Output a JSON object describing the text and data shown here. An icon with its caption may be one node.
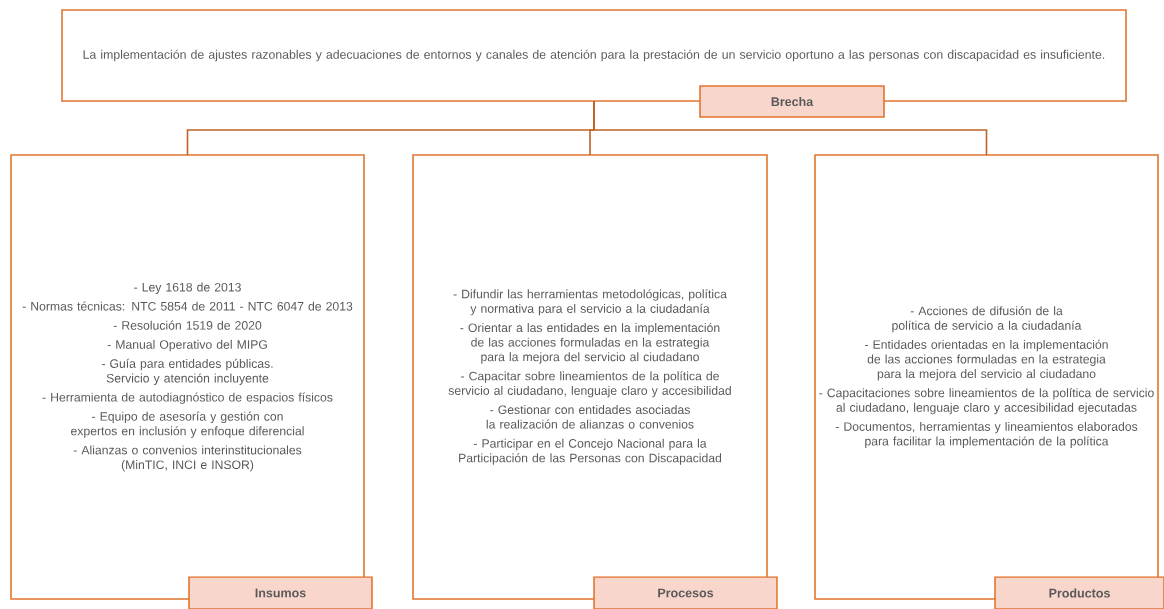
{
  "diagram": {
    "nodes": [
      {
        "text": [
          "La implementación de ajustes razonables y adecuaciones de entornos y canales de atención para la prestación de un servicio oportuno a las personas con discapacidad es insuficiente."
        ]
      },
      {
        "text": [
          "Brecha"
        ]
      },
      {
        "text": [
          "- Ley 1618 de 2013",
          "- Normas técnicas: NTC 5854 de 2011 - NTC 6047 de 2013",
          "- Resolución 1519 de 2020",
          "- Manual Operativo del MIPG",
          "- Guía para entidades públicas. Servicio y atención incluyente",
          "- Herramienta de autodiagnóstico de espacios físicos",
          "- Equipo de asesoría y gestión con expertos en inclusión y enfoque diferencial",
          "- Alianzas o convenios interinstitucionales (MinTIC, INCI e INSOR)"
        ]
      },
      {
        "text": [
          "Insumos"
        ]
      },
      {
        "text": [
          "- Difundir las herramientas metodológicas, política y normativa para el servicio a la ciudadanía",
          "- Orientar a las entidades en la implementación de las acciones formuladas en la estrategia para la mejora del servicio al ciudadano",
          "- Capacitar sobre lineamientos de la política de servicio al ciudadano, lenguaje claro y accesibilidad",
          "- Gestionar con entidades asociadas la realización de alianzas o convenios",
          "- Participar en el Concejo Nacional para la Participación de las Personas con Discapacidad"
        ]
      },
      {
        "text": [
          "Procesos"
        ]
      },
      {
        "text": [
          "- Acciones de difusión de la política de servicio a la ciudadanía",
          "- Entidades orientadas en la implementación de las acciones formuladas en la estrategia para la mejora del servicio al ciudadano",
          "- Capacitaciones sobre lineamientos de la política de servicio al ciudadano, lenguaje claro y accesibilidad ejecutadas",
          "- Documentos, herramientas y lineamientos elaborados para facilitar la implementación de la política"
        ]
      },
      {
        "text": [
          "Productos"
        ]
      }
    ],
    "edges": [
      {
        "from": 0,
        "to": 2,
        "arrow": "none"
      },
      {
        "from": 0,
        "to": 4,
        "arrow": "none"
      },
      {
        "from": 0,
        "to": 6,
        "arrow": "none"
      }
    ]
  }
}
